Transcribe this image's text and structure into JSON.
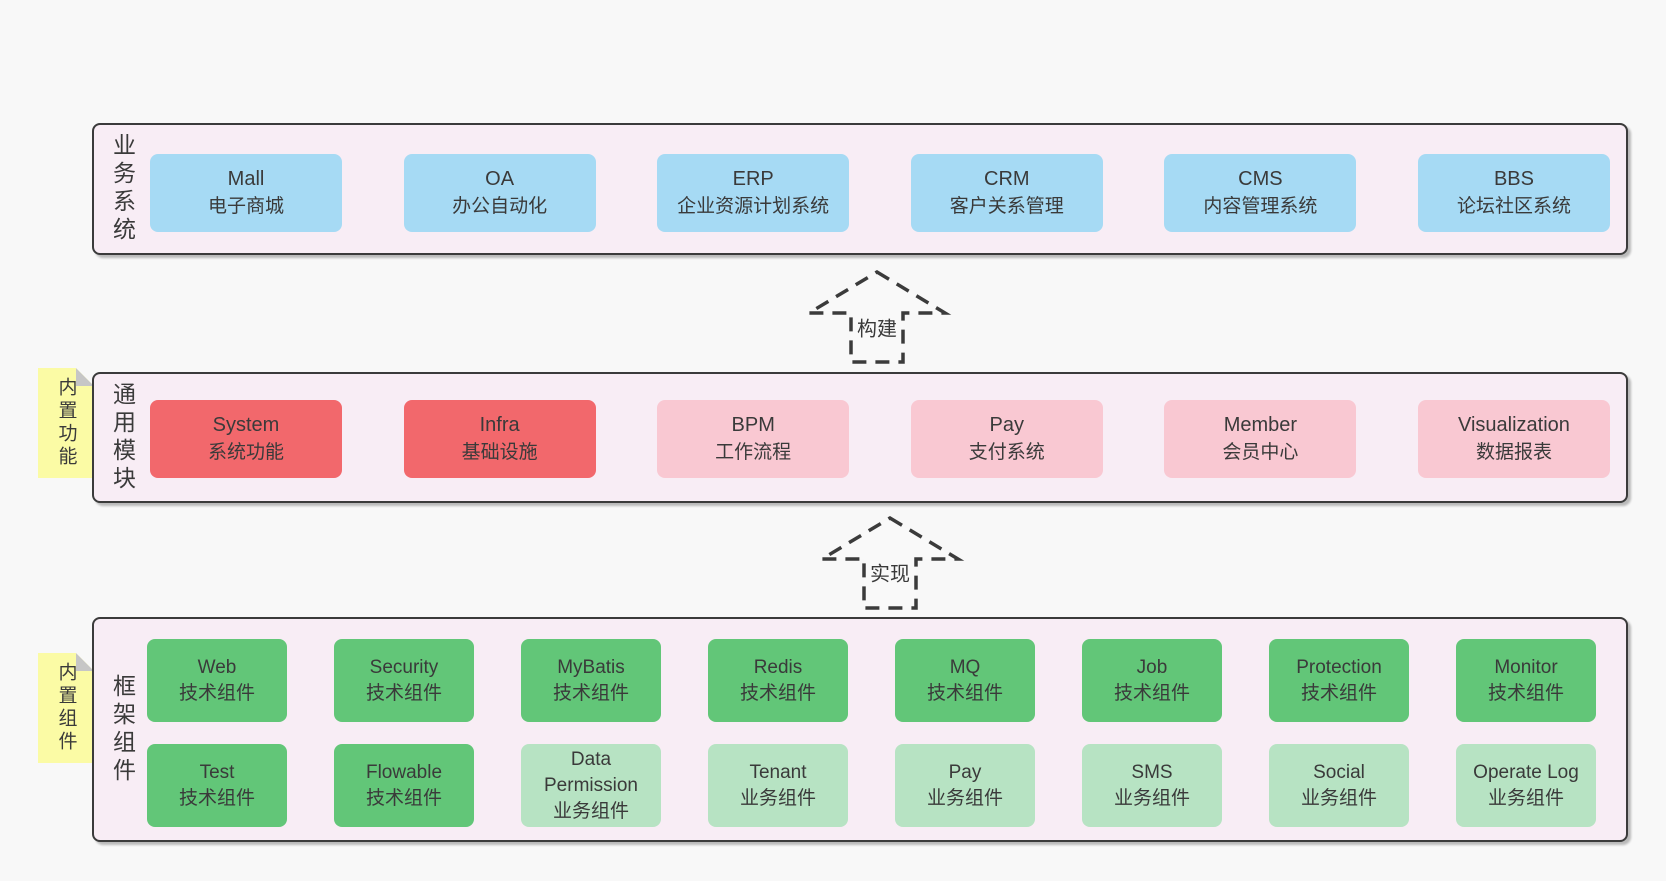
{
  "colors": {
    "page_bg": "#f8f8f8",
    "container_bg": "#f8edf5",
    "container_border": "#3b3b3b",
    "box_blue": "#a6daf4",
    "box_red": "#f2686c",
    "box_pink": "#f9c8d2",
    "box_green": "#62c678",
    "box_green_light": "#b7e3c3",
    "sticky_yellow": "#fbfba5",
    "sticky_fold_gray": "#c6c6c6",
    "text": "#3a3a3a"
  },
  "layers": {
    "business": {
      "label": "业务系统",
      "boxes": [
        {
          "name": "Mall",
          "desc": "电子商城"
        },
        {
          "name": "OA",
          "desc": "办公自动化"
        },
        {
          "name": "ERP",
          "desc": "企业资源计划系统"
        },
        {
          "name": "CRM",
          "desc": "客户关系管理"
        },
        {
          "name": "CMS",
          "desc": "内容管理系统"
        },
        {
          "name": "BBS",
          "desc": "论坛社区系统"
        }
      ]
    },
    "modules": {
      "label": "通用模块",
      "sticky": "内置功能",
      "boxes": [
        {
          "name": "System",
          "desc": "系统功能"
        },
        {
          "name": "Infra",
          "desc": "基础设施"
        },
        {
          "name": "BPM",
          "desc": "工作流程"
        },
        {
          "name": "Pay",
          "desc": "支付系统"
        },
        {
          "name": "Member",
          "desc": "会员中心"
        },
        {
          "name": "Visualization",
          "desc": "数据报表"
        }
      ]
    },
    "framework": {
      "label": "框架组件",
      "sticky": "内置组件",
      "row1": [
        {
          "name": "Web",
          "desc": "技术组件"
        },
        {
          "name": "Security",
          "desc": "技术组件"
        },
        {
          "name": "MyBatis",
          "desc": "技术组件"
        },
        {
          "name": "Redis",
          "desc": "技术组件"
        },
        {
          "name": "MQ",
          "desc": "技术组件"
        },
        {
          "name": "Job",
          "desc": "技术组件"
        },
        {
          "name": "Protection",
          "desc": "技术组件"
        },
        {
          "name": "Monitor",
          "desc": "技术组件"
        }
      ],
      "row2": [
        {
          "name": "Test",
          "desc": "技术组件"
        },
        {
          "name": "Flowable",
          "desc": "技术组件"
        },
        {
          "name": "Data Permission",
          "desc": "业务组件"
        },
        {
          "name": "Tenant",
          "desc": "业务组件"
        },
        {
          "name": "Pay",
          "desc": "业务组件"
        },
        {
          "name": "SMS",
          "desc": "业务组件"
        },
        {
          "name": "Social",
          "desc": "业务组件"
        },
        {
          "name": "Operate Log",
          "desc": "业务组件"
        }
      ]
    }
  },
  "arrows": {
    "build": "构建",
    "implement": "实现"
  }
}
